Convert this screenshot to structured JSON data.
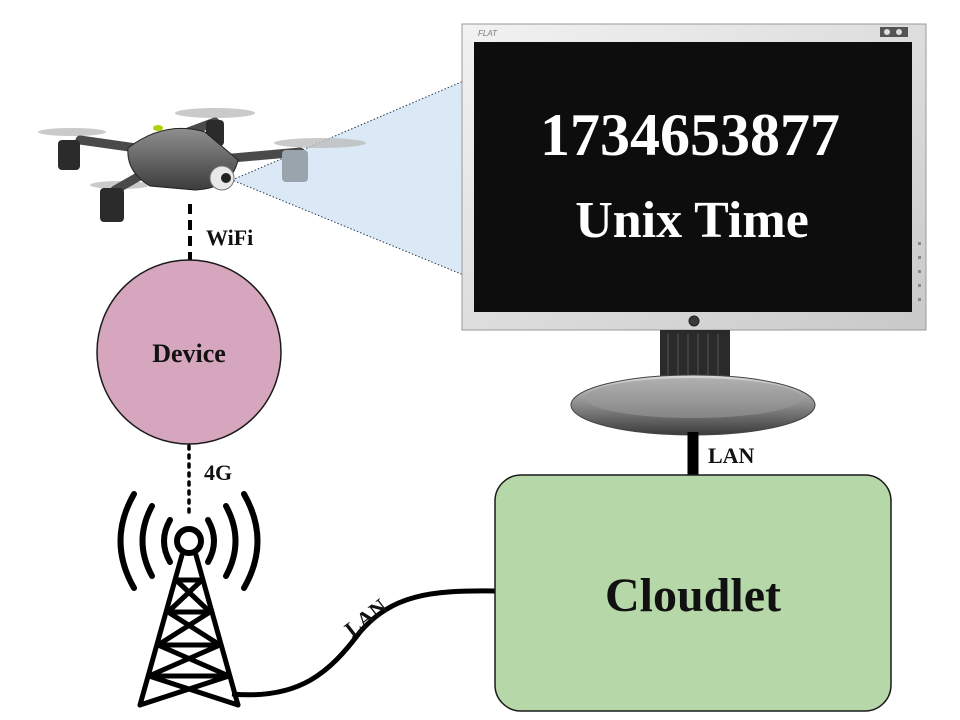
{
  "monitor": {
    "brand": "FLAT",
    "timestamp": "1734653877",
    "caption": "Unix Time"
  },
  "links": {
    "wifi": "WiFi",
    "cellular": "4G",
    "lan_monitor": "LAN",
    "lan_tower": "LAN"
  },
  "nodes": {
    "device": "Device",
    "cloudlet": "Cloudlet"
  },
  "colors": {
    "device_fill": "#d5a6bd",
    "cloudlet_fill": "#b6d7a8",
    "view_cone": "#cfe2f3",
    "screen": "#0d0d0d"
  }
}
